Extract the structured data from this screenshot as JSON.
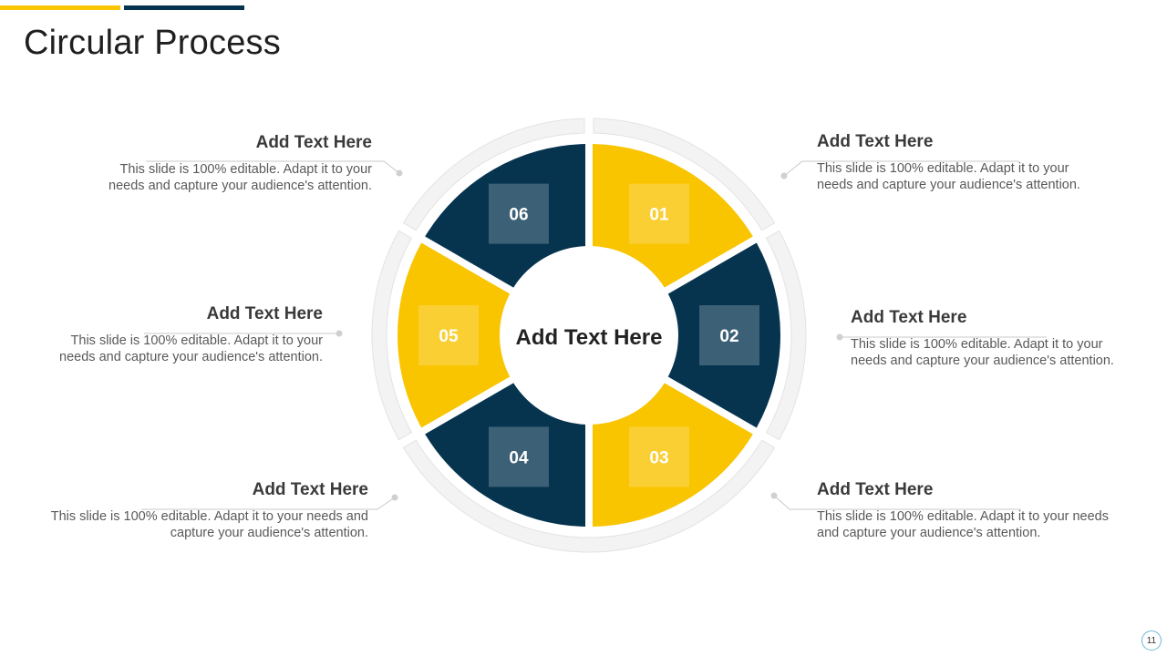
{
  "colors": {
    "accent": "#F9C400",
    "navy": "#06344F",
    "ring": "#F3F3F3",
    "connector": "#C9C9C9"
  },
  "slide": {
    "title": "Circular Process",
    "page_number": "11"
  },
  "center": {
    "label": "Add Text Here"
  },
  "segments": [
    {
      "number": "01",
      "color": "yellow"
    },
    {
      "number": "02",
      "color": "navy"
    },
    {
      "number": "03",
      "color": "yellow"
    },
    {
      "number": "04",
      "color": "navy"
    },
    {
      "number": "05",
      "color": "yellow"
    },
    {
      "number": "06",
      "color": "navy"
    }
  ],
  "callouts": [
    {
      "step": "01",
      "heading": "Add Text Here",
      "body": "This slide is 100% editable. Adapt it to your needs and capture your audience's attention."
    },
    {
      "step": "02",
      "heading": "Add Text Here",
      "body": "This slide is 100% editable. Adapt it to your needs and capture your audience's attention."
    },
    {
      "step": "03",
      "heading": "Add Text Here",
      "body": "This slide is 100% editable. Adapt it to your needs and capture your audience's attention."
    },
    {
      "step": "04",
      "heading": "Add Text Here",
      "body": "This slide is 100% editable. Adapt it to your needs and capture your audience's attention."
    },
    {
      "step": "05",
      "heading": "Add Text Here",
      "body": "This slide is 100% editable. Adapt it to your needs and capture your audience's attention."
    },
    {
      "step": "06",
      "heading": "Add Text Here",
      "body": "This slide is 100% editable. Adapt it to your needs and capture your audience's attention."
    }
  ]
}
